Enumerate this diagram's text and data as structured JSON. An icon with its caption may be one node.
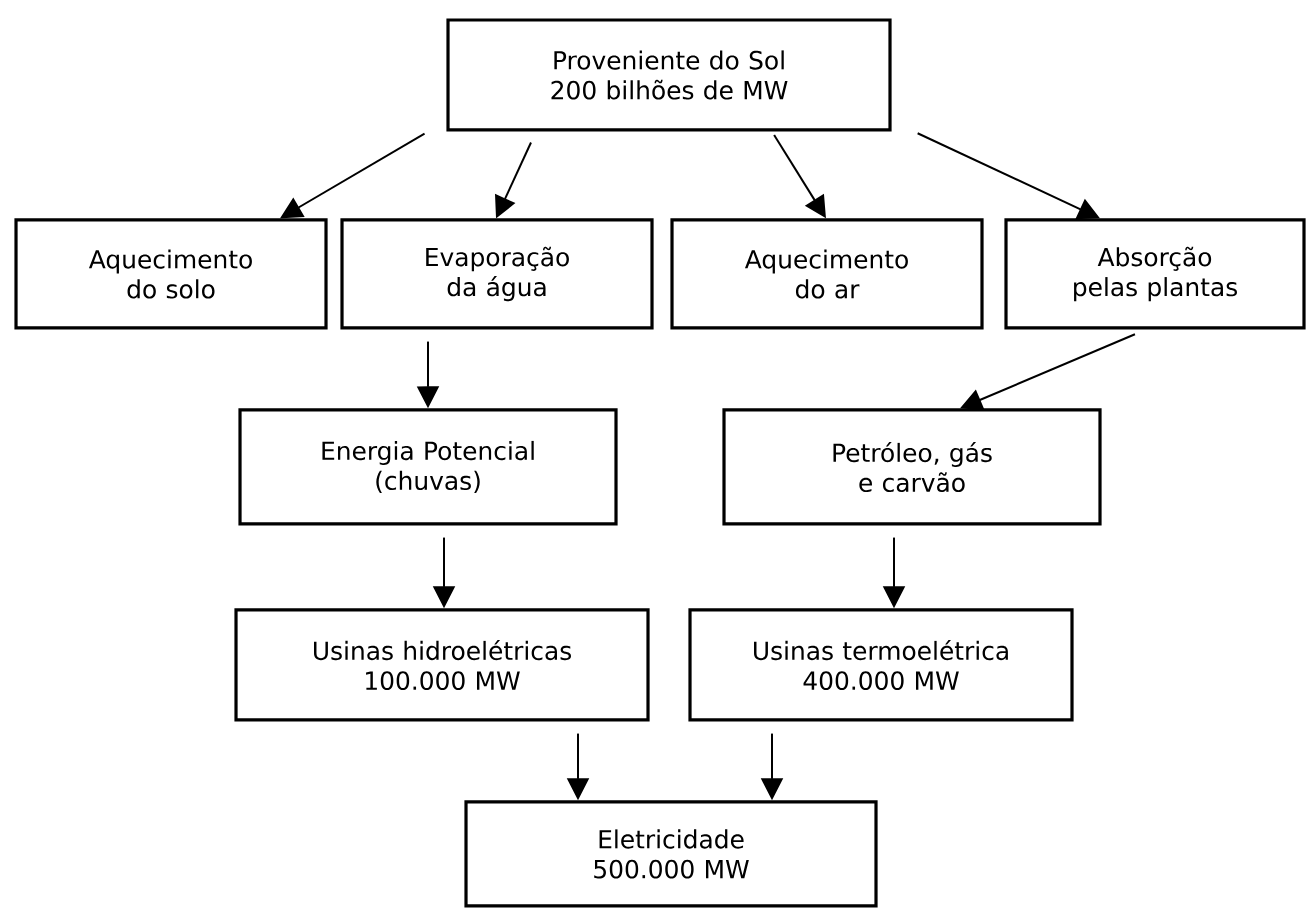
{
  "diagram": {
    "nodes": [
      {
        "text": [
          "Proveniente do Sol 200 bilhões de MW"
        ]
      },
      {
        "text": [
          "Aquecimento do solo"
        ]
      },
      {
        "text": [
          "Evaporação da água"
        ]
      },
      {
        "text": [
          "Aquecimento do ar"
        ]
      },
      {
        "text": [
          "Absorção pelas plantas"
        ]
      },
      {
        "text": [
          "Energia Potencial (chuvas)"
        ]
      },
      {
        "text": [
          "Petróleo, gás e carvão"
        ]
      },
      {
        "text": [
          "Usinas hidroelétricas 100.000 MW"
        ]
      },
      {
        "text": [
          "Usinas termoelétrica 400.000 MW"
        ]
      },
      {
        "text": [
          "Eletricidade 500.000 MW"
        ]
      }
    ],
    "edges": [
      {
        "from": 0,
        "to": 1,
        "arrow": "to"
      },
      {
        "from": 0,
        "to": 2,
        "arrow": "to"
      },
      {
        "from": 0,
        "to": 3,
        "arrow": "to"
      },
      {
        "from": 0,
        "to": 4,
        "arrow": "to"
      },
      {
        "from": 2,
        "to": 5,
        "arrow": "to"
      },
      {
        "from": 4,
        "to": 6,
        "arrow": "to"
      },
      {
        "from": 5,
        "to": 7,
        "arrow": "to"
      },
      {
        "from": 6,
        "to": 8,
        "arrow": "to"
      },
      {
        "from": 7,
        "to": 9,
        "arrow": "to"
      },
      {
        "from": 8,
        "to": 9,
        "arrow": "to"
      }
    ]
  }
}
